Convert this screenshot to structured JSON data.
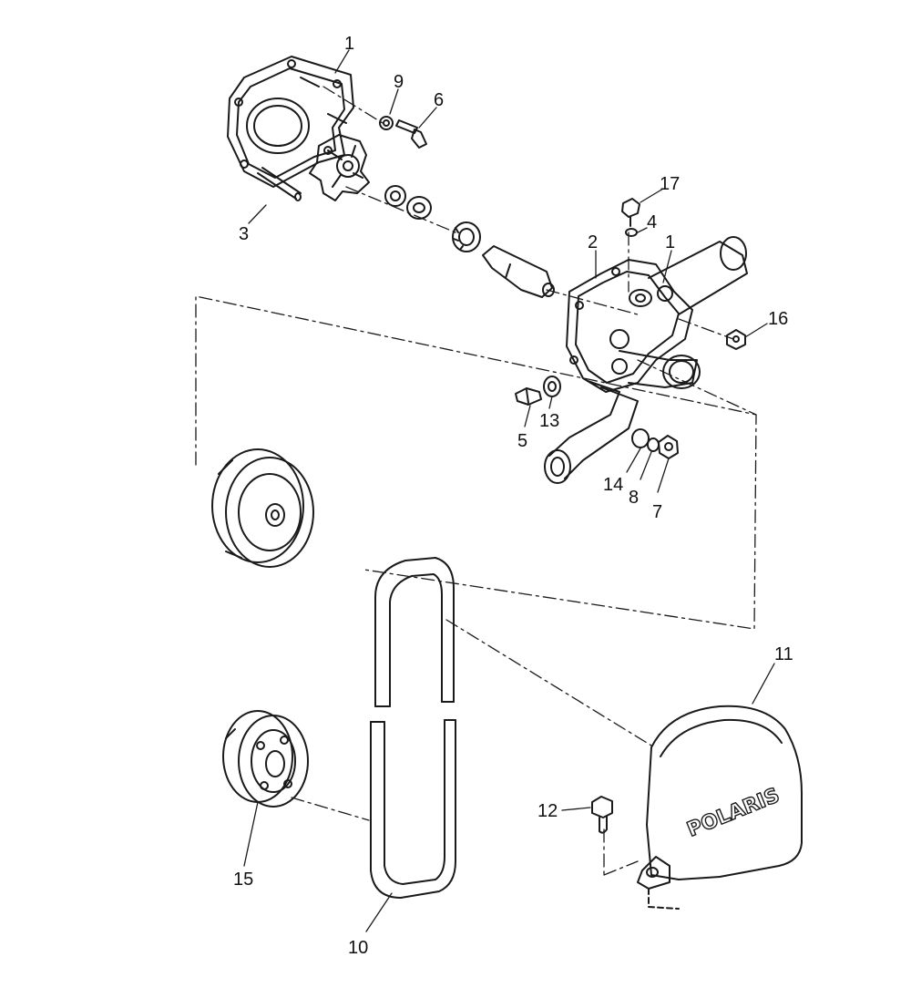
{
  "diagram": {
    "logo_text": "POLARIS",
    "line_color": "#1a1a1a",
    "callouts": [
      {
        "id": "c1a",
        "label": "1"
      },
      {
        "id": "c9",
        "label": "9"
      },
      {
        "id": "c6",
        "label": "6"
      },
      {
        "id": "c3",
        "label": "3"
      },
      {
        "id": "c17",
        "label": "17"
      },
      {
        "id": "c4",
        "label": "4"
      },
      {
        "id": "c2",
        "label": "2"
      },
      {
        "id": "c1b",
        "label": "1"
      },
      {
        "id": "c16",
        "label": "16"
      },
      {
        "id": "c5",
        "label": "5"
      },
      {
        "id": "c13",
        "label": "13"
      },
      {
        "id": "c14",
        "label": "14"
      },
      {
        "id": "c8",
        "label": "8"
      },
      {
        "id": "c7",
        "label": "7"
      },
      {
        "id": "c11",
        "label": "11"
      },
      {
        "id": "c12",
        "label": "12"
      },
      {
        "id": "c15",
        "label": "15"
      },
      {
        "id": "c10",
        "label": "10"
      }
    ]
  }
}
